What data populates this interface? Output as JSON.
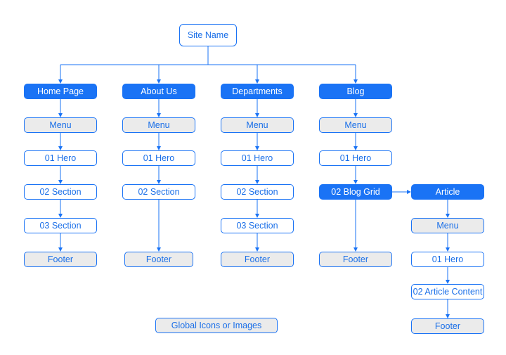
{
  "colors": {
    "accent": "#1a73f5",
    "grey_fill": "#ebebeb"
  },
  "root": "Site Name",
  "columns": [
    {
      "title": "Home Page",
      "items": [
        "Menu",
        "01 Hero",
        "02 Section",
        "03 Section",
        "Footer"
      ]
    },
    {
      "title": "About Us",
      "items": [
        "Menu",
        "01 Hero",
        "02 Section",
        "Footer"
      ]
    },
    {
      "title": "Departments",
      "items": [
        "Menu",
        "01 Hero",
        "02 Section",
        "03 Section",
        "Footer"
      ]
    },
    {
      "title": "Blog",
      "items": [
        "Menu",
        "01 Hero",
        "02 Blog Grid",
        "Footer"
      ]
    }
  ],
  "article": {
    "title": "Article",
    "items": [
      "Menu",
      "01 Hero",
      "02 Article Content",
      "Footer"
    ]
  },
  "global": "Global Icons or Images"
}
